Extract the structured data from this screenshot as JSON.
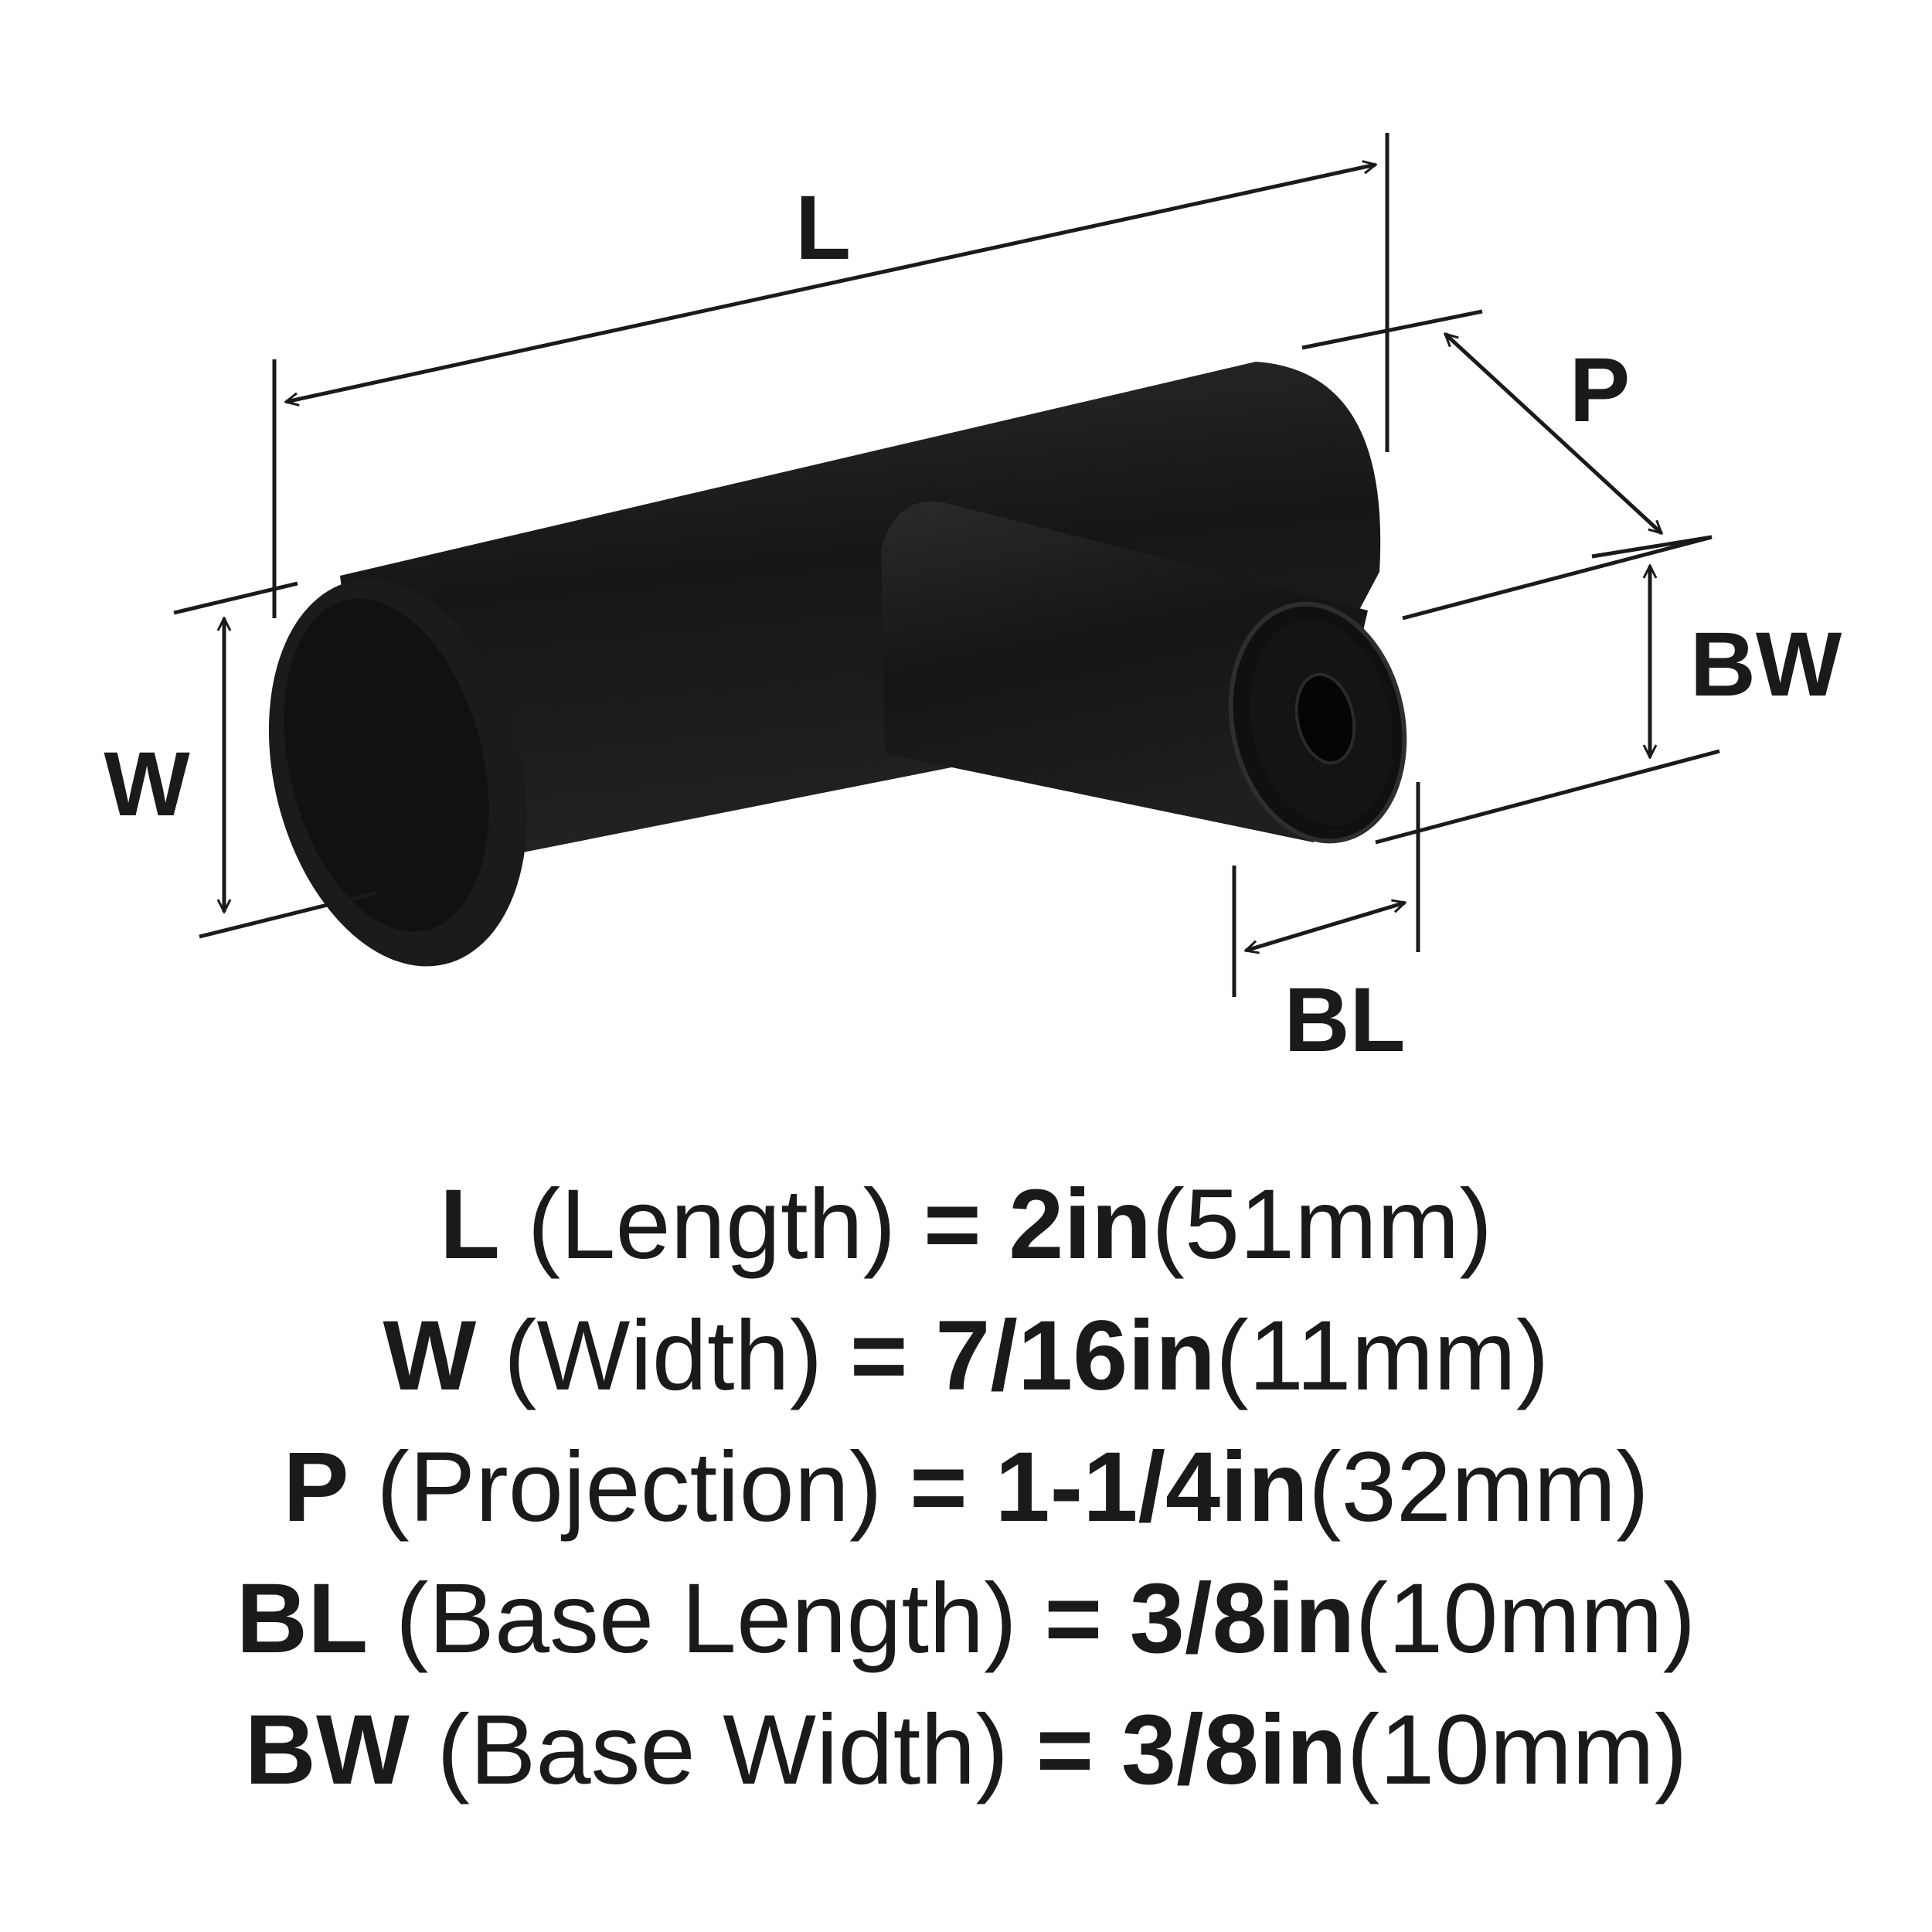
{
  "diagram": {
    "labels": {
      "L": "L",
      "W": "W",
      "P": "P",
      "BW": "BW",
      "BL": "BL"
    },
    "product_color": "#1e1e1e",
    "line_color": "#1a1a1a"
  },
  "specs": [
    {
      "key": "L",
      "name": "(Length)",
      "eq": "=",
      "value": "2in",
      "metric": "(51mm)"
    },
    {
      "key": "W",
      "name": "(Width)",
      "eq": "=",
      "value": "7/16in",
      "metric": "(11mm)"
    },
    {
      "key": "P",
      "name": "(Projection)",
      "eq": "=",
      "value": "1-1/4in",
      "metric": "(32mm)"
    },
    {
      "key": "BL",
      "name": "(Base Length)",
      "eq": "=",
      "value": "3/8in",
      "metric": "(10mm)"
    },
    {
      "key": "BW",
      "name": "(Base Width)",
      "eq": "=",
      "value": "3/8in",
      "metric": "(10mm)"
    }
  ]
}
